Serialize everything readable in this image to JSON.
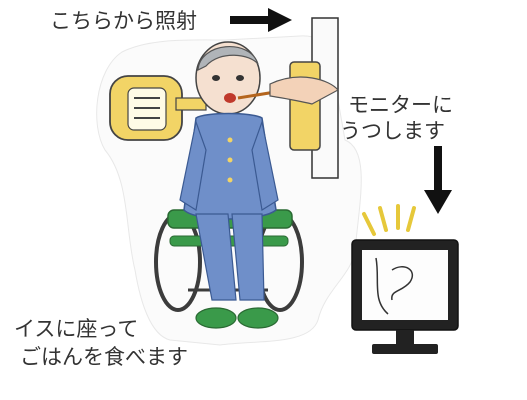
{
  "labels": {
    "irradiate": "こちらから照射",
    "monitor_line1": "モニターに",
    "monitor_line2": "うつします",
    "sit_line1": "イスに座って",
    "sit_line2": "ごはんを食べます"
  },
  "colors": {
    "text": "#333333",
    "arrow": "#111111",
    "pajama": "#6f8fc9",
    "wheelchair_green": "#3a9a4a",
    "machine_yellow": "#f2d466",
    "monitor_frame": "#222222"
  },
  "icons": {
    "arrow_right": "arrow-right-icon",
    "arrow_down": "arrow-down-icon",
    "monitor_flash": "signal-lines-icon"
  }
}
